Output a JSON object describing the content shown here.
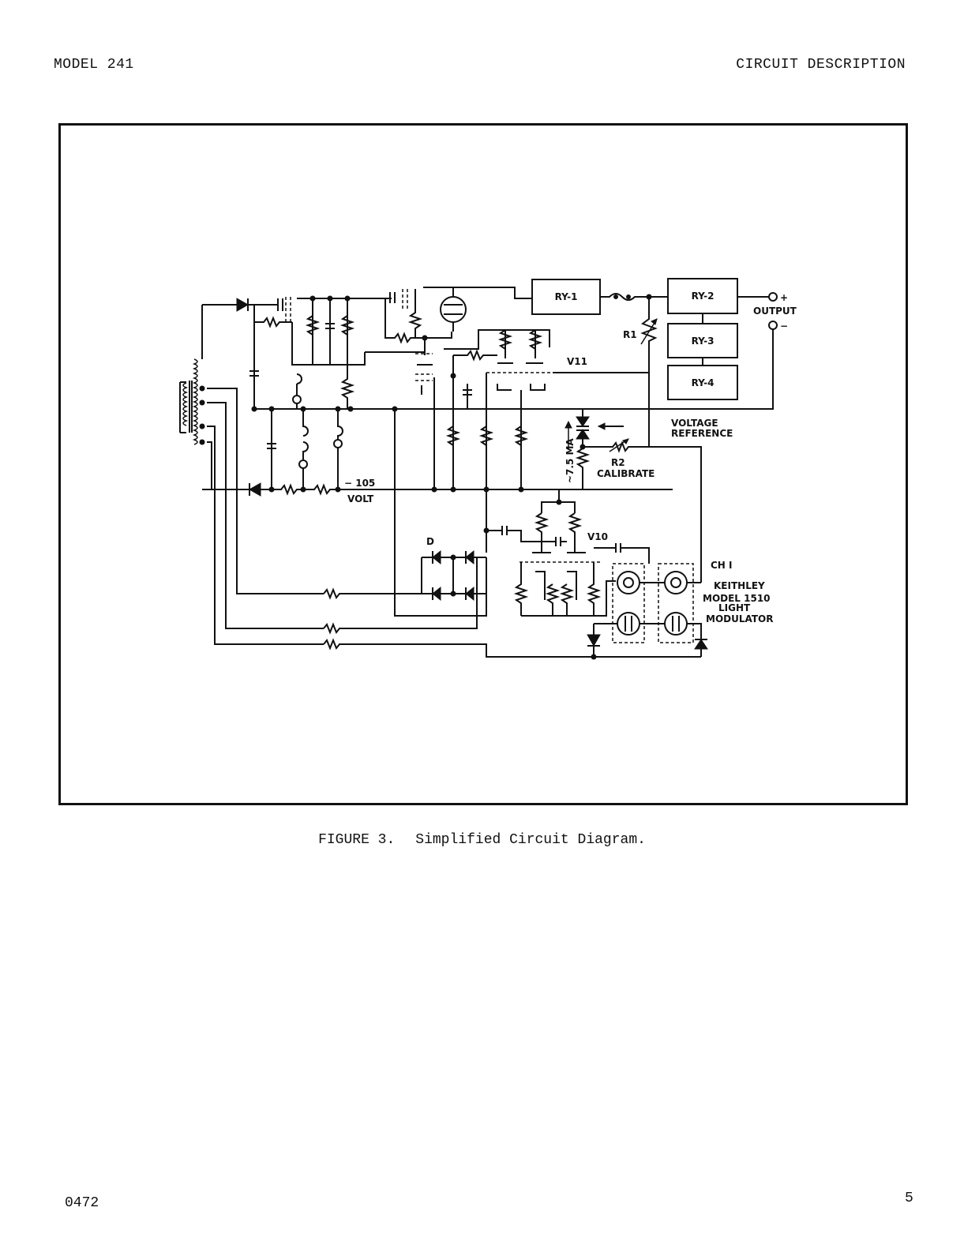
{
  "header": {
    "left": "MODEL 241",
    "right": "CIRCUIT DESCRIPTION"
  },
  "figure": {
    "labels": {
      "ry1": "RY-1",
      "ry2": "RY-2",
      "ry3": "RY-3",
      "ry4": "RY-4",
      "output_plus": "+",
      "output": "OUTPUT",
      "output_minus": "−",
      "r1": "R1",
      "v11": "V11",
      "voltage": "VOLTAGE",
      "reference": "REFERENCE",
      "current": "~7.5 MA",
      "r2": "R2",
      "calibrate": "CALIBRATE",
      "neg105": "− 105",
      "volt": "VOLT",
      "d": "D",
      "v10": "V10",
      "ch1": "CH I",
      "keithley": "KEITHLEY",
      "model1510": "MODEL 1510",
      "light": "LIGHT",
      "modulator": "MODULATOR"
    }
  },
  "caption": {
    "number": "FIGURE 3.",
    "text": "Simplified Circuit Diagram."
  },
  "footer": {
    "left": "0472",
    "right": "5"
  }
}
